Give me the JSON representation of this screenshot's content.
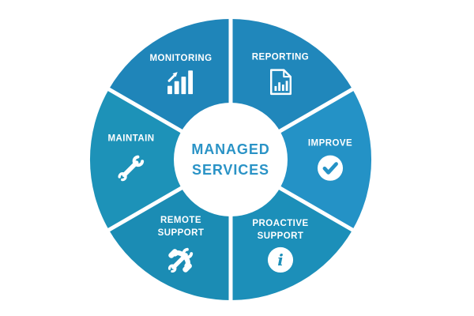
{
  "title": {
    "line1": "MANAGED",
    "line2": "SERVICES"
  },
  "center": {
    "text_color": "#2a93c6",
    "circle_color": "#ffffff"
  },
  "wheel": {
    "background": "#ffffff",
    "divider_color": "#ffffff",
    "icon_color": "#ffffff"
  },
  "segments": [
    {
      "slug": "monitoring",
      "label": "MONITORING",
      "lines": [
        "MONITORING"
      ],
      "icon": "bar-chart-growth-icon",
      "color": "#1f85b9",
      "position_deg": 120
    },
    {
      "slug": "reporting",
      "label": "REPORTING",
      "lines": [
        "REPORTING"
      ],
      "icon": "report-document-icon",
      "color": "#2087bb",
      "position_deg": 60
    },
    {
      "slug": "maintain",
      "label": "MAINTAIN",
      "lines": [
        "MAINTAIN"
      ],
      "icon": "wrench-icon",
      "color": "#1d92b8",
      "position_deg": 180
    },
    {
      "slug": "improve",
      "label": "IMPROVE",
      "lines": [
        "IMPROVE"
      ],
      "icon": "check-circle-icon",
      "color": "#2492c6",
      "position_deg": 0
    },
    {
      "slug": "remote-support",
      "label": "REMOTE SUPPORT",
      "lines": [
        "REMOTE",
        "SUPPORT"
      ],
      "icon": "phone-wrench-icon",
      "color": "#1b8cb4",
      "position_deg": 240
    },
    {
      "slug": "proactive-support",
      "label": "PROACTIVE SUPPORT",
      "lines": [
        "PROACTIVE",
        "SUPPORT"
      ],
      "icon": "info-circle-icon",
      "color": "#1c8fb9",
      "position_deg": 300
    }
  ]
}
